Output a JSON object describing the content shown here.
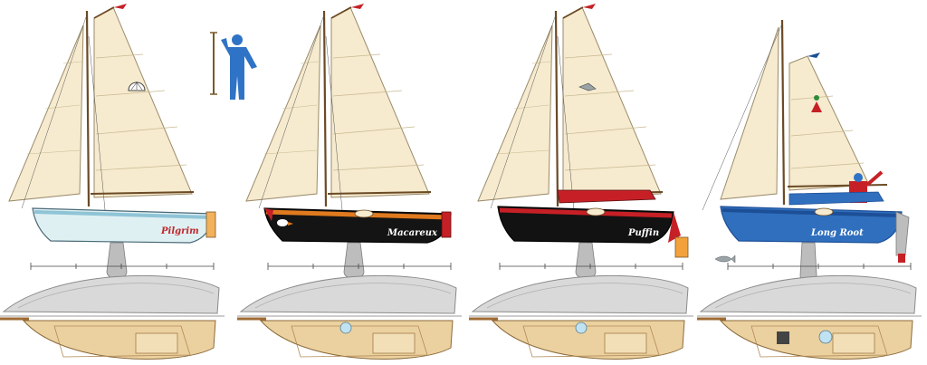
{
  "boats": [
    {
      "name": "Pilgrim",
      "hull_color": "#dff0f3",
      "band_color": "#8fc4d6",
      "name_color": "#c0282d",
      "emblem": "shell-icon"
    },
    {
      "name": "Macareux",
      "hull_color": "#141414",
      "band_color": "#e07a1e",
      "name_color": "#ffffff",
      "emblem": "puffin-icon"
    },
    {
      "name": "Puffin",
      "hull_color": "#121212",
      "band_color": "#c62026",
      "name_color": "#ffffff",
      "emblem": "bird-icon"
    },
    {
      "name": "Long Root",
      "hull_color": "#2f6fbe",
      "band_color": "#1d4f97",
      "name_color": "#ffffff",
      "emblem": "buoy-icon"
    }
  ],
  "colors": {
    "sail": "#f6ebcf",
    "sail_stroke": "#9b8b6a",
    "spar": "#6b4a25",
    "keel": "#bdbdbd",
    "deck_plan": "#ecd1a0",
    "hull_plan_top": "#d9d9d9",
    "person": "#2f73c6"
  },
  "icons": {
    "scale_figure": "person-icon",
    "fish": "fish-icon"
  }
}
